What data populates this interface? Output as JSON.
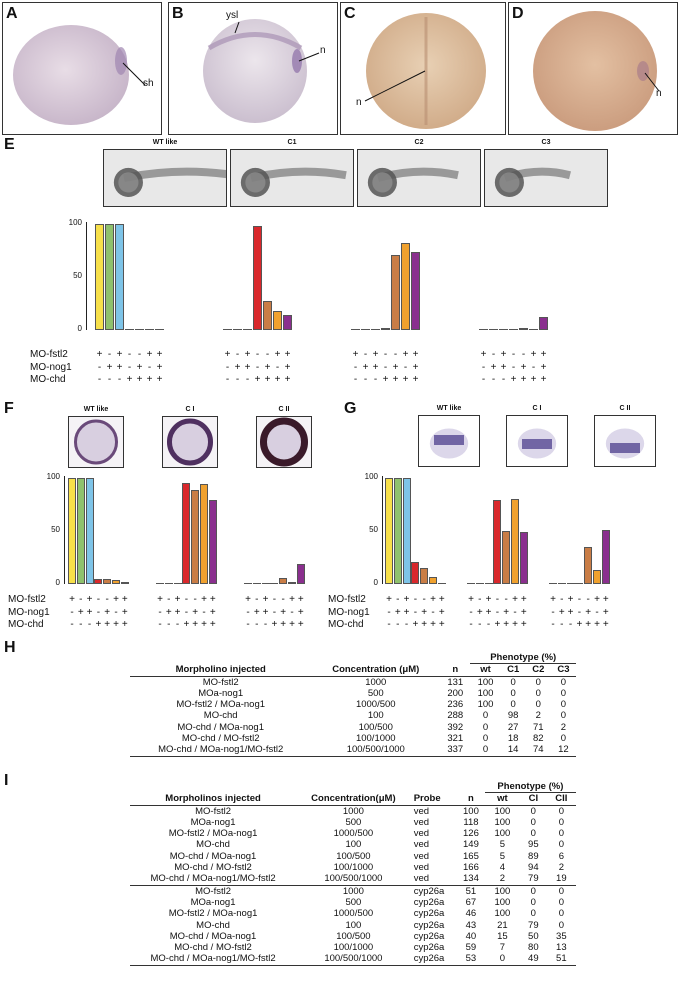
{
  "panels": {
    "A": {
      "letter": "A",
      "labels": [
        "sh"
      ]
    },
    "B": {
      "letter": "B",
      "labels": [
        "ysl",
        "n"
      ]
    },
    "C": {
      "letter": "C",
      "labels": [
        "n"
      ]
    },
    "D": {
      "letter": "D",
      "labels": [
        "n"
      ]
    },
    "E": {
      "letter": "E"
    },
    "F": {
      "letter": "F"
    },
    "G": {
      "letter": "G"
    },
    "H": {
      "letter": "H"
    },
    "I": {
      "letter": "I"
    }
  },
  "row_labels": [
    "MO-fstl2",
    "MO-nog1",
    "MO-chd"
  ],
  "sign_pattern": {
    "fstl2": [
      "+",
      "-",
      "+",
      "-",
      "-",
      "+",
      "+"
    ],
    "nog1": [
      "-",
      "+",
      "+",
      "-",
      "+",
      "-",
      "+"
    ],
    "chd": [
      "-",
      "-",
      "-",
      "+",
      "+",
      "+",
      "+"
    ]
  },
  "bar_colors": [
    "#f7e04a",
    "#8fc16d",
    "#7ec4e8",
    "#d9282c",
    "#c97d46",
    "#f0a12e",
    "#8a2f8e"
  ],
  "chart_data": [
    {
      "panel": "E",
      "type": "bar",
      "groups": [
        "WT like",
        "C1",
        "C2",
        "C3"
      ],
      "categories": [
        "MO-fstl2",
        "MO-nog1",
        "MO-fstl2/MO-nog1",
        "MO-chd",
        "MO-chd/MO-nog1",
        "MO-chd/MO-fstl2",
        "MO-chd/MO-nog1/MO-fstl2"
      ],
      "series": [
        {
          "name": "WT like",
          "values": [
            100,
            100,
            100,
            0,
            0,
            0,
            0
          ]
        },
        {
          "name": "C1",
          "values": [
            0,
            0,
            0,
            98,
            27,
            18,
            14
          ]
        },
        {
          "name": "C2",
          "values": [
            0,
            0,
            0,
            2,
            71,
            82,
            74
          ]
        },
        {
          "name": "C3",
          "values": [
            0,
            0,
            0,
            0,
            2,
            0,
            12
          ]
        }
      ],
      "yticks": [
        "100",
        "50",
        "0"
      ],
      "ylim": [
        0,
        100
      ]
    },
    {
      "panel": "F",
      "type": "bar",
      "groups": [
        "WT like",
        "C I",
        "C II"
      ],
      "categories": [
        "MO-fstl2",
        "MO-nog1",
        "MO-fstl2/MO-nog1",
        "MO-chd",
        "MO-chd/MO-nog1",
        "MO-chd/MO-fstl2",
        "MO-chd/MO-nog1/MO-fstl2"
      ],
      "series": [
        {
          "name": "WT like",
          "values": [
            100,
            100,
            100,
            5,
            5,
            4,
            2
          ]
        },
        {
          "name": "C I",
          "values": [
            0,
            0,
            0,
            95,
            89,
            94,
            79
          ]
        },
        {
          "name": "C II",
          "values": [
            0,
            0,
            0,
            0,
            6,
            2,
            19
          ]
        }
      ],
      "yticks": [
        "100",
        "50",
        "0"
      ],
      "ylim": [
        0,
        100
      ]
    },
    {
      "panel": "G",
      "type": "bar",
      "groups": [
        "WT like",
        "C I",
        "C II"
      ],
      "categories": [
        "MO-fstl2",
        "MO-nog1",
        "MO-fstl2/MO-nog1",
        "MO-chd",
        "MO-chd/MO-nog1",
        "MO-chd/MO-fstl2",
        "MO-chd/MO-nog1/MO-fstl2"
      ],
      "series": [
        {
          "name": "WT like",
          "values": [
            100,
            100,
            100,
            21,
            15,
            7,
            0
          ]
        },
        {
          "name": "C I",
          "values": [
            0,
            0,
            0,
            79,
            50,
            80,
            49
          ]
        },
        {
          "name": "C II",
          "values": [
            0,
            0,
            0,
            0,
            35,
            13,
            51
          ]
        }
      ],
      "yticks": [
        "100",
        "50",
        "0"
      ],
      "ylim": [
        0,
        100
      ]
    }
  ],
  "table_H": {
    "header_group": "Phenotype (%)",
    "headers": [
      "Morpholino injected",
      "Concentration (μM)",
      "n",
      "wt",
      "C1",
      "C2",
      "C3"
    ],
    "rows": [
      [
        "MO-fstl2",
        "1000",
        "131",
        "100",
        "0",
        "0",
        "0"
      ],
      [
        "MOa-nog1",
        "500",
        "200",
        "100",
        "0",
        "0",
        "0"
      ],
      [
        "MO-fstl2 / MOa-nog1",
        "1000/500",
        "236",
        "100",
        "0",
        "0",
        "0"
      ],
      [
        "MO-chd",
        "100",
        "288",
        "0",
        "98",
        "2",
        "0"
      ],
      [
        "MO-chd / MOa-nog1",
        "100/500",
        "392",
        "0",
        "27",
        "71",
        "2"
      ],
      [
        "MO-chd / MO-fstl2",
        "100/1000",
        "321",
        "0",
        "18",
        "82",
        "0"
      ],
      [
        "MO-chd / MOa-nog1/MO-fstl2",
        "100/500/1000",
        "337",
        "0",
        "14",
        "74",
        "12"
      ]
    ]
  },
  "table_I": {
    "header_group": "Phenotype (%)",
    "headers": [
      "Morpholinos injected",
      "Concentration(μM)",
      "Probe",
      "n",
      "wt",
      "CI",
      "CII"
    ],
    "rows": [
      [
        "MO-fstl2",
        "1000",
        "ved",
        "100",
        "100",
        "0",
        "0"
      ],
      [
        "MOa-nog1",
        "500",
        "ved",
        "118",
        "100",
        "0",
        "0"
      ],
      [
        "MO-fstl2 / MOa-nog1",
        "1000/500",
        "ved",
        "126",
        "100",
        "0",
        "0"
      ],
      [
        "MO-chd",
        "100",
        "ved",
        "149",
        "5",
        "95",
        "0"
      ],
      [
        "MO-chd / MOa-nog1",
        "100/500",
        "ved",
        "165",
        "5",
        "89",
        "6"
      ],
      [
        "MO-chd / MO-fstl2",
        "100/1000",
        "ved",
        "166",
        "4",
        "94",
        "2"
      ],
      [
        "MO-chd / MOa-nog1/MO-fstl2",
        "100/500/1000",
        "ved",
        "134",
        "2",
        "79",
        "19"
      ],
      [
        "MO-fstl2",
        "1000",
        "cyp26a",
        "51",
        "100",
        "0",
        "0"
      ],
      [
        "MOa-nog1",
        "500",
        "cyp26a",
        "67",
        "100",
        "0",
        "0"
      ],
      [
        "MO-fstl2 / MOa-nog1",
        "1000/500",
        "cyp26a",
        "46",
        "100",
        "0",
        "0"
      ],
      [
        "MO-chd",
        "100",
        "cyp26a",
        "43",
        "21",
        "79",
        "0"
      ],
      [
        "MO-chd / MOa-nog1",
        "100/500",
        "cyp26a",
        "40",
        "15",
        "50",
        "35"
      ],
      [
        "MO-chd / MO-fstl2",
        "100/1000",
        "cyp26a",
        "59",
        "7",
        "80",
        "13"
      ],
      [
        "MO-chd / MOa-nog1/MO-fstl2",
        "100/500/1000",
        "cyp26a",
        "53",
        "0",
        "49",
        "51"
      ]
    ]
  }
}
